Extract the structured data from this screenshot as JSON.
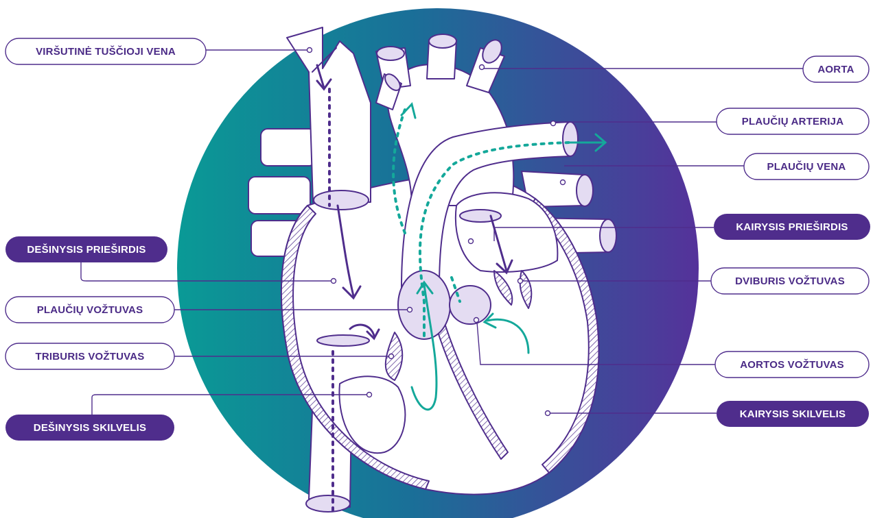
{
  "colors": {
    "purple": "#4f2d8c",
    "purple_dark": "#3d1f75",
    "teal": "#0a9a96",
    "heart_fill": "#ffffff",
    "chamber_fill": "#e4dcf2",
    "arrow_teal": "#14a89a",
    "text_purple": "#4a2a86"
  },
  "labels": {
    "superior_vena_cava": "VIRŠUTINĖ TUŠČIOJI VENA",
    "right_atrium": "DEŠINYSIS PRIEŠIRDIS",
    "pulmonary_valve": "PLAUČIŲ VOŽTUVAS",
    "tricuspid_valve": "TRIBURIS VOŽTUVAS",
    "right_ventricle": "DEŠINYSIS SKILVELIS",
    "aorta": "AORTA",
    "pulmonary_artery": "PLAUČIŲ ARTERIJA",
    "pulmonary_vein": "PLAUČIŲ VENA",
    "left_atrium": "KAIRYSIS PRIEŠIRDIS",
    "mitral_valve": "DVIBURIS VOŽTUVAS",
    "aortic_valve": "AORTOS VOŽTUVAS",
    "left_ventricle": "KAIRYSIS SKILVELIS"
  }
}
